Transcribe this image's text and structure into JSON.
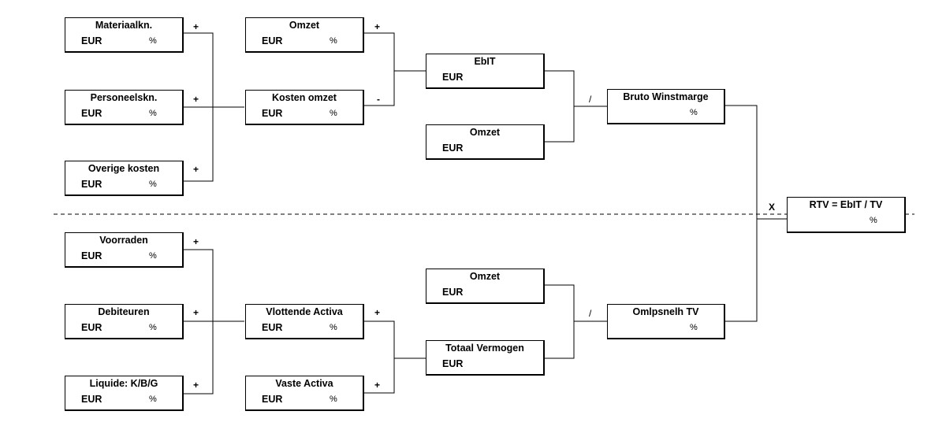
{
  "symbols": {
    "eur": "EUR",
    "pct": "%"
  },
  "operators": {
    "plus": "+",
    "minus": "-",
    "divide": "/",
    "times": "X"
  },
  "boxes": {
    "materiaalkn": "Materiaalkn.",
    "personeelskn": "Personeelskn.",
    "overige_kosten": "Overige kosten",
    "omzet_top": "Omzet",
    "kosten_omzet": "Kosten omzet",
    "ebit": "EbIT",
    "omzet_mid": "Omzet",
    "bruto_winstmarge": "Bruto Winstmarge",
    "rtv": "RTV = EbIT / TV",
    "voorraden": "Voorraden",
    "debiteuren": "Debiteuren",
    "liquide": "Liquide: K/B/G",
    "vlottende_activa": "Vlottende Activa",
    "vaste_activa": "Vaste Activa",
    "omzet_bottom": "Omzet",
    "totaal_vermogen": "Totaal Vermogen",
    "omlpsnelh_tv": "Omlpsnelh TV"
  }
}
